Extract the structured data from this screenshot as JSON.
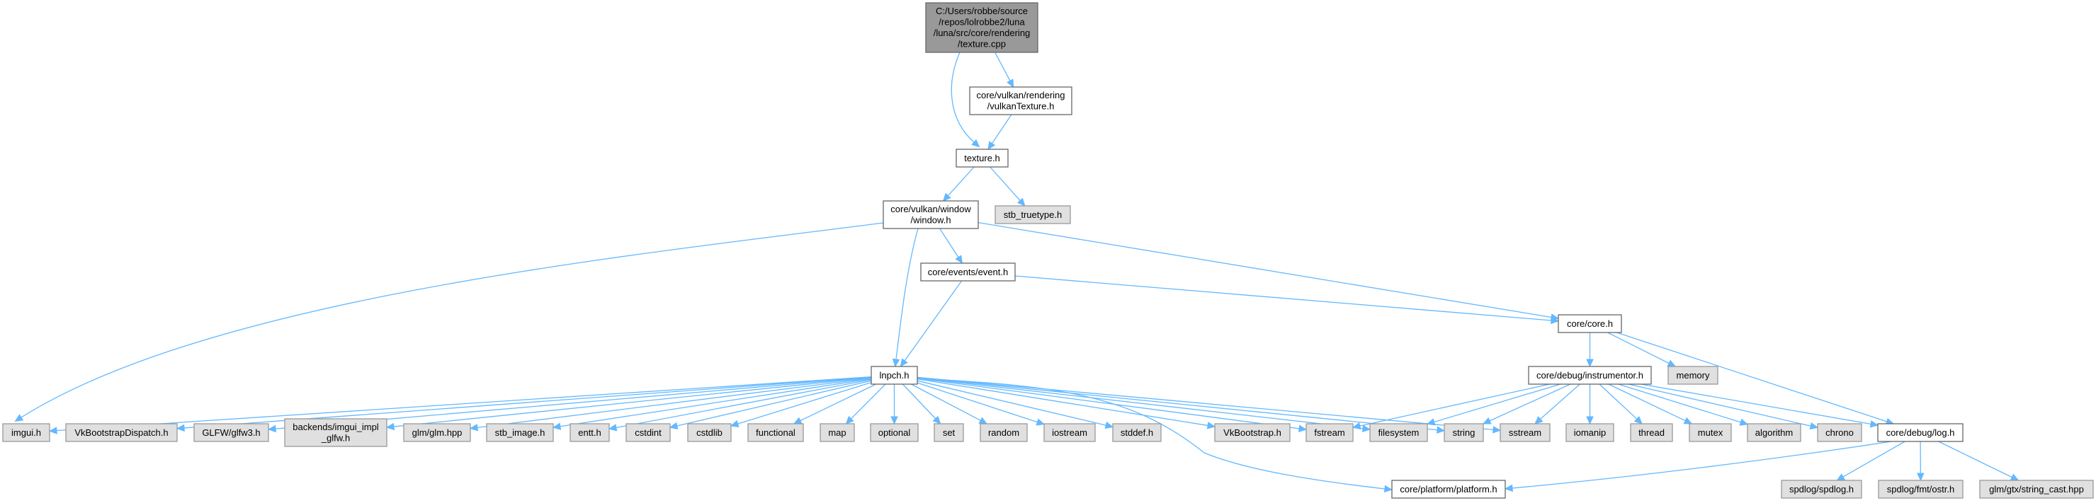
{
  "title": "texture.cpp include dependency graph",
  "colors": {
    "edge": "#63b8ff",
    "root_fill": "#999999",
    "root_border": "#666666",
    "documented_fill": "#ffffff",
    "documented_border": "#666666",
    "external_fill": "#e0e0e0",
    "external_border": "#999999"
  },
  "nodes": [
    {
      "id": "texture_cpp",
      "kind": "root",
      "lines": [
        "C:/Users/robbe/source",
        "/repos/lolrobbe2/luna",
        "/luna/src/core/rendering",
        "/texture.cpp"
      ]
    },
    {
      "id": "vulkanTexture_h",
      "kind": "documented",
      "lines": [
        "core/vulkan/rendering",
        "/vulkanTexture.h"
      ]
    },
    {
      "id": "texture_h",
      "kind": "documented",
      "lines": [
        "texture.h"
      ]
    },
    {
      "id": "window_h",
      "kind": "documented",
      "lines": [
        "core/vulkan/window",
        "/window.h"
      ]
    },
    {
      "id": "stb_truetype_h",
      "kind": "external",
      "lines": [
        "stb_truetype.h"
      ]
    },
    {
      "id": "event_h",
      "kind": "documented",
      "lines": [
        "core/events/event.h"
      ]
    },
    {
      "id": "core_h",
      "kind": "documented",
      "lines": [
        "core/core.h"
      ]
    },
    {
      "id": "lnpch_h",
      "kind": "documented",
      "lines": [
        "lnpch.h"
      ]
    },
    {
      "id": "instrumentor_h",
      "kind": "documented",
      "lines": [
        "core/debug/instrumentor.h"
      ]
    },
    {
      "id": "memory",
      "kind": "external",
      "lines": [
        "memory"
      ]
    },
    {
      "id": "imgui_h",
      "kind": "external",
      "lines": [
        "imgui.h"
      ]
    },
    {
      "id": "VkBootstrapDispatch_h",
      "kind": "external",
      "lines": [
        "VkBootstrapDispatch.h"
      ]
    },
    {
      "id": "glfw3_h",
      "kind": "external",
      "lines": [
        "GLFW/glfw3.h"
      ]
    },
    {
      "id": "imgui_impl_glfw_h",
      "kind": "external",
      "lines": [
        "backends/imgui_impl",
        "_glfw.h"
      ]
    },
    {
      "id": "glm_hpp",
      "kind": "external",
      "lines": [
        "glm/glm.hpp"
      ]
    },
    {
      "id": "stb_image_h",
      "kind": "external",
      "lines": [
        "stb_image.h"
      ]
    },
    {
      "id": "entt_h",
      "kind": "external",
      "lines": [
        "entt.h"
      ]
    },
    {
      "id": "cstdint",
      "kind": "external",
      "lines": [
        "cstdint"
      ]
    },
    {
      "id": "cstdlib",
      "kind": "external",
      "lines": [
        "cstdlib"
      ]
    },
    {
      "id": "functional",
      "kind": "external",
      "lines": [
        "functional"
      ]
    },
    {
      "id": "map",
      "kind": "external",
      "lines": [
        "map"
      ]
    },
    {
      "id": "optional",
      "kind": "external",
      "lines": [
        "optional"
      ]
    },
    {
      "id": "set",
      "kind": "external",
      "lines": [
        "set"
      ]
    },
    {
      "id": "random",
      "kind": "external",
      "lines": [
        "random"
      ]
    },
    {
      "id": "iostream",
      "kind": "external",
      "lines": [
        "iostream"
      ]
    },
    {
      "id": "stddef_h",
      "kind": "external",
      "lines": [
        "stddef.h"
      ]
    },
    {
      "id": "VkBootstrap_h",
      "kind": "external",
      "lines": [
        "VkBootstrap.h"
      ]
    },
    {
      "id": "fstream",
      "kind": "external",
      "lines": [
        "fstream"
      ]
    },
    {
      "id": "filesystem",
      "kind": "external",
      "lines": [
        "filesystem"
      ]
    },
    {
      "id": "string",
      "kind": "external",
      "lines": [
        "string"
      ]
    },
    {
      "id": "sstream",
      "kind": "external",
      "lines": [
        "sstream"
      ]
    },
    {
      "id": "iomanip",
      "kind": "external",
      "lines": [
        "iomanip"
      ]
    },
    {
      "id": "thread",
      "kind": "external",
      "lines": [
        "thread"
      ]
    },
    {
      "id": "mutex",
      "kind": "external",
      "lines": [
        "mutex"
      ]
    },
    {
      "id": "algorithm",
      "kind": "external",
      "lines": [
        "algorithm"
      ]
    },
    {
      "id": "chrono",
      "kind": "external",
      "lines": [
        "chrono"
      ]
    },
    {
      "id": "log_h",
      "kind": "documented",
      "lines": [
        "core/debug/log.h"
      ]
    },
    {
      "id": "platform_h",
      "kind": "documented",
      "lines": [
        "core/platform/platform.h"
      ]
    },
    {
      "id": "spdlog_h",
      "kind": "external",
      "lines": [
        "spdlog/spdlog.h"
      ]
    },
    {
      "id": "ostr_h",
      "kind": "external",
      "lines": [
        "spdlog/fmt/ostr.h"
      ]
    },
    {
      "id": "string_cast_hpp",
      "kind": "external",
      "lines": [
        "glm/gtx/string_cast.hpp"
      ]
    }
  ],
  "edges": [
    [
      "texture_cpp",
      "vulkanTexture_h"
    ],
    [
      "texture_cpp",
      "texture_h"
    ],
    [
      "vulkanTexture_h",
      "texture_h"
    ],
    [
      "texture_h",
      "window_h"
    ],
    [
      "texture_h",
      "stb_truetype_h"
    ],
    [
      "window_h",
      "imgui_h"
    ],
    [
      "window_h",
      "lnpch_h"
    ],
    [
      "window_h",
      "event_h"
    ],
    [
      "window_h",
      "core_h"
    ],
    [
      "event_h",
      "lnpch_h"
    ],
    [
      "event_h",
      "core_h"
    ],
    [
      "core_h",
      "instrumentor_h"
    ],
    [
      "core_h",
      "memory"
    ],
    [
      "core_h",
      "log_h"
    ],
    [
      "lnpch_h",
      "imgui_h"
    ],
    [
      "lnpch_h",
      "VkBootstrapDispatch_h"
    ],
    [
      "lnpch_h",
      "glfw3_h"
    ],
    [
      "lnpch_h",
      "imgui_impl_glfw_h"
    ],
    [
      "lnpch_h",
      "glm_hpp"
    ],
    [
      "lnpch_h",
      "stb_image_h"
    ],
    [
      "lnpch_h",
      "entt_h"
    ],
    [
      "lnpch_h",
      "cstdint"
    ],
    [
      "lnpch_h",
      "cstdlib"
    ],
    [
      "lnpch_h",
      "functional"
    ],
    [
      "lnpch_h",
      "map"
    ],
    [
      "lnpch_h",
      "optional"
    ],
    [
      "lnpch_h",
      "set"
    ],
    [
      "lnpch_h",
      "random"
    ],
    [
      "lnpch_h",
      "iostream"
    ],
    [
      "lnpch_h",
      "stddef_h"
    ],
    [
      "lnpch_h",
      "VkBootstrap_h"
    ],
    [
      "lnpch_h",
      "fstream"
    ],
    [
      "lnpch_h",
      "filesystem"
    ],
    [
      "lnpch_h",
      "string"
    ],
    [
      "lnpch_h",
      "sstream"
    ],
    [
      "lnpch_h",
      "platform_h"
    ],
    [
      "instrumentor_h",
      "fstream"
    ],
    [
      "instrumentor_h",
      "filesystem"
    ],
    [
      "instrumentor_h",
      "string"
    ],
    [
      "instrumentor_h",
      "sstream"
    ],
    [
      "instrumentor_h",
      "iomanip"
    ],
    [
      "instrumentor_h",
      "thread"
    ],
    [
      "instrumentor_h",
      "mutex"
    ],
    [
      "instrumentor_h",
      "algorithm"
    ],
    [
      "instrumentor_h",
      "chrono"
    ],
    [
      "instrumentor_h",
      "log_h"
    ],
    [
      "log_h",
      "platform_h"
    ],
    [
      "log_h",
      "spdlog_h"
    ],
    [
      "log_h",
      "ostr_h"
    ],
    [
      "log_h",
      "string_cast_hpp"
    ]
  ]
}
